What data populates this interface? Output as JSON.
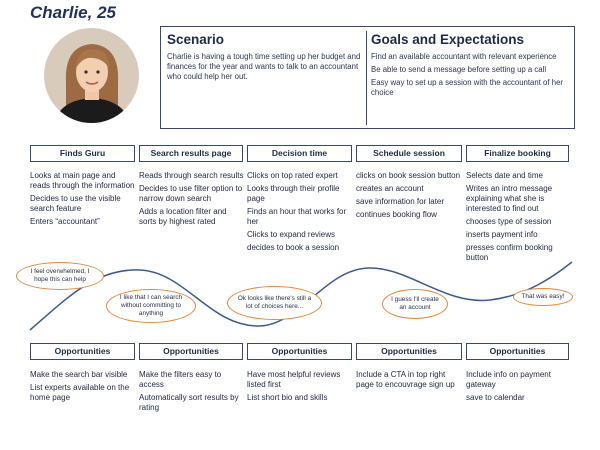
{
  "persona": {
    "name": "Charlie, 25"
  },
  "scenario": {
    "heading": "Scenario",
    "text": "Charlie is having a tough time setting up her budget and finances for the year and wants to talk to an accountant who could help her out."
  },
  "goals": {
    "heading": "Goals and Expectations",
    "items": [
      "Find an available accountant with relevant experience",
      "Be able to send a message before setting up a call",
      "Easy way to set up a session with the accountant of her choice"
    ]
  },
  "stages": [
    {
      "title": "Finds Guru",
      "actions": [
        "Looks at main page and reads through the information",
        "Decides to use the visible search feature",
        "Enters “accountant”"
      ]
    },
    {
      "title": "Search results page",
      "actions": [
        "Reads through search results",
        "Decides to use filter option to narrow down search",
        "Adds a location filter and sorts by highest rated"
      ]
    },
    {
      "title": "Decision time",
      "actions": [
        "Clicks on top rated expert",
        "Looks through their profile page",
        "Finds an hour that works for her",
        "Clicks to expand reviews",
        "decides to book a session"
      ]
    },
    {
      "title": "Schedule session",
      "actions": [
        "clicks on book session button",
        "creates an account",
        "save information for later",
        "continues booking flow"
      ]
    },
    {
      "title": "Finalize booking",
      "actions": [
        "Selects date and time",
        "Writes an intro message explaining what she is interested to find out",
        "chooses type of session",
        "inserts payment info",
        "presses confirm booking button"
      ]
    }
  ],
  "thoughts": [
    "I feel overwhelmed, I hope this can help",
    "I like that I can search without committing to anything",
    "Ok looks like there's still a lot of choices here...",
    "I guess I'll create an account",
    "That was easy!"
  ],
  "opportunities": [
    {
      "title": "Opportunities",
      "items": [
        "Make the search bar visible",
        "List experts available on the home page"
      ]
    },
    {
      "title": "Opportunities",
      "items": [
        "Make the filters easy to access",
        "Automatically sort results by rating"
      ]
    },
    {
      "title": "Opportunities",
      "items": [
        "Have most helpful reviews listed first",
        "List short bio and skills"
      ]
    },
    {
      "title": "Opportunities",
      "items": [
        "Include a CTA in top right page to encouvrage sign up"
      ]
    },
    {
      "title": "Opportunities",
      "items": [
        "Include info on payment gateway",
        "save to calendar"
      ]
    }
  ],
  "colors": {
    "navy": "#22305a",
    "curve": "#3d5a8c",
    "bubble_border": "#e2893b",
    "border": "#3a4766"
  }
}
